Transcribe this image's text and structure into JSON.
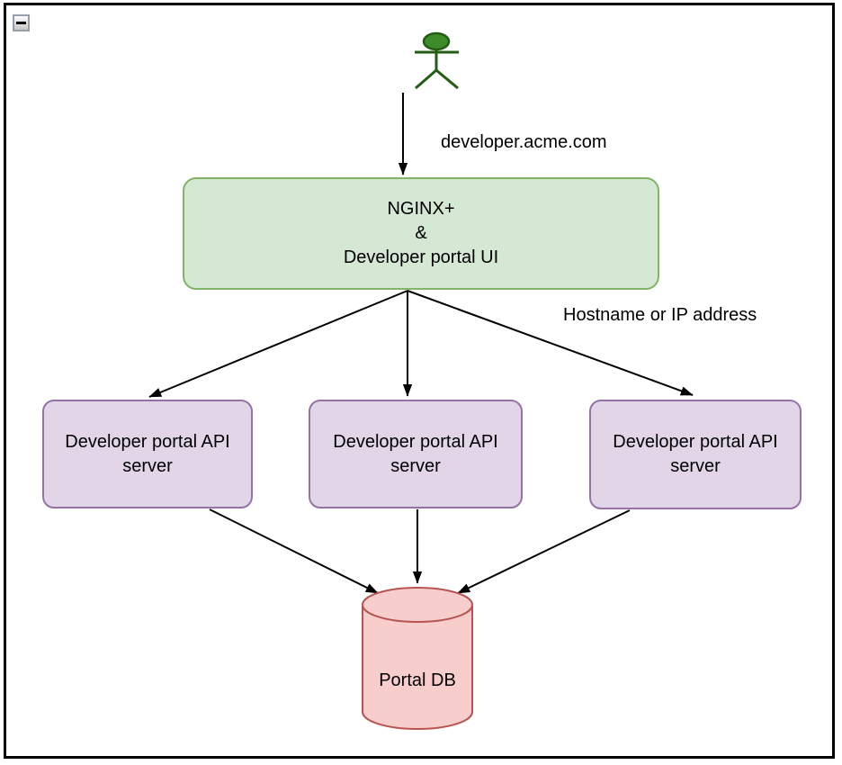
{
  "window": {
    "collapse_button": {
      "icon": "minus"
    }
  },
  "diagram": {
    "connector_color": "#000000",
    "labels": {
      "domain": "developer.acme.com",
      "routing": "Hostname or IP address"
    },
    "actor": {
      "fill": "#3e8c29",
      "stroke": "#245c15"
    },
    "gateway": {
      "lines": [
        "NGINX+",
        "&",
        "Developer portal UI"
      ],
      "fill": "#d5e8d4",
      "stroke": "#82b366"
    },
    "api_servers": [
      {
        "label": "Developer portal API server"
      },
      {
        "label": "Developer portal API server"
      },
      {
        "label": "Developer portal API server"
      }
    ],
    "database": {
      "label": "Portal DB",
      "fill": "#f8cecc",
      "stroke": "#b85450"
    }
  }
}
